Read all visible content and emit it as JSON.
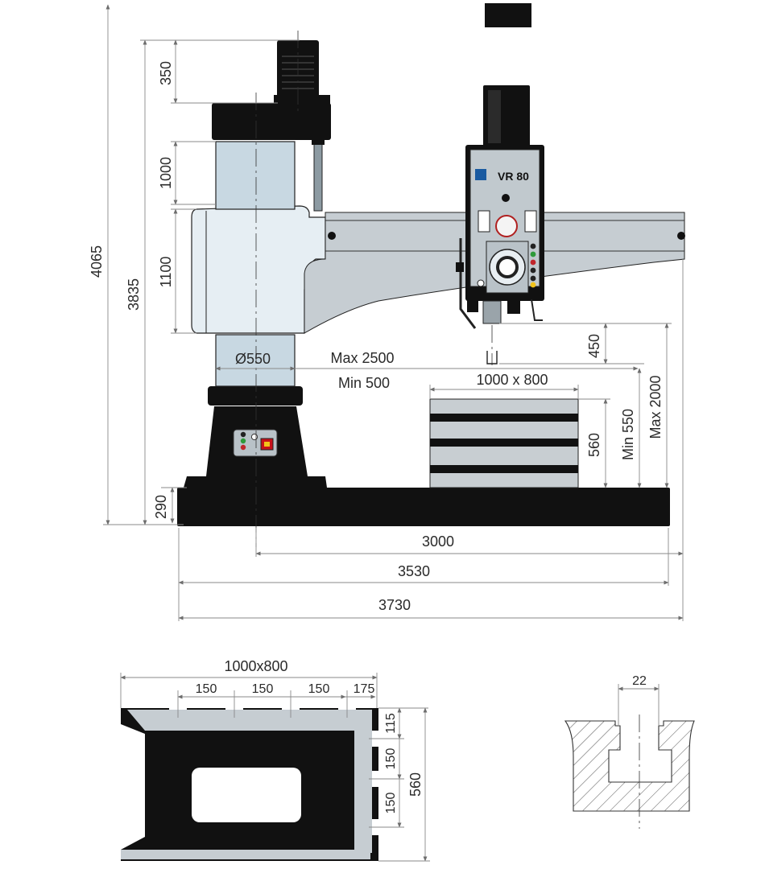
{
  "machine": {
    "model_label": "VR 80"
  },
  "dimensions": {
    "total_height": "4065",
    "column_height": "3835",
    "motor_height": "350",
    "column_upper": "1000",
    "arm_height": "1100",
    "column_diameter": "Ø550",
    "arm_max": "Max 2500",
    "arm_min": "Min 500",
    "spindle_travel": "450",
    "table_size": "1000 x 800",
    "table_height": "560",
    "min_height": "Min 550",
    "max_height": "Max 2000",
    "base_height": "290",
    "reach": "3000",
    "base_length": "3530",
    "overall_length": "3730"
  },
  "table_detail": {
    "size": "1000x800",
    "slot_spacing": [
      "150",
      "150",
      "150",
      "175"
    ],
    "side_spacing": [
      "115",
      "150",
      "150"
    ],
    "height": "560"
  },
  "slot_detail": {
    "width": "22"
  },
  "colors": {
    "body_black": "#111111",
    "light_blue": "#c8d8e2",
    "dim_line": "#8a8a8a"
  }
}
